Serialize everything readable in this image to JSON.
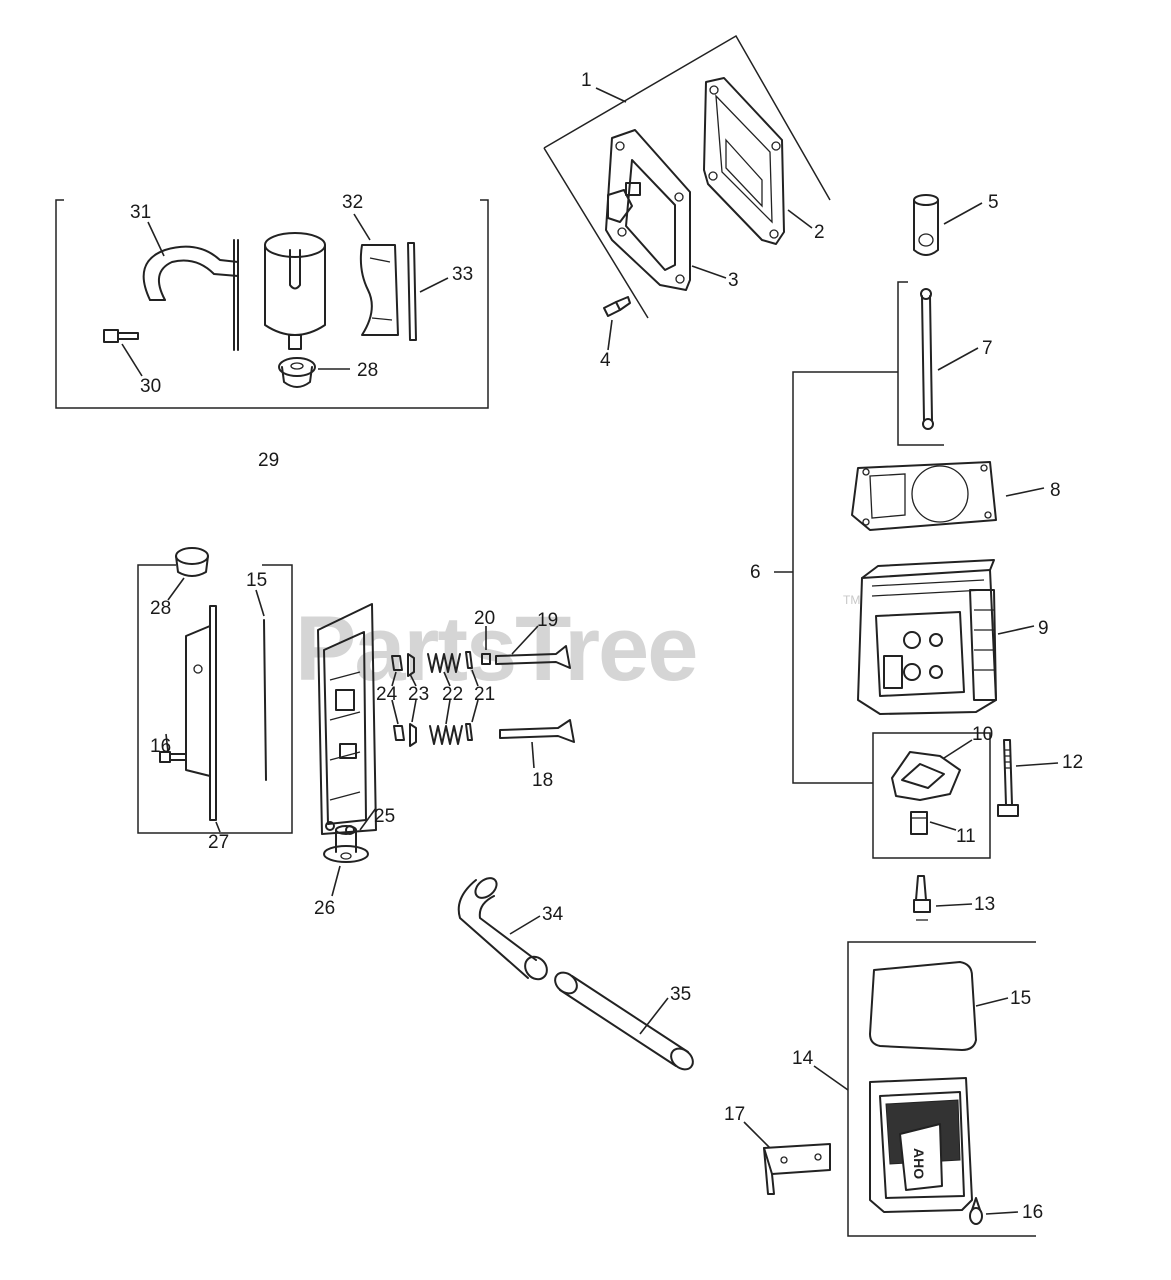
{
  "watermark": {
    "text": "PartsTree",
    "trademark": "TM"
  },
  "callouts": {
    "c1": "1",
    "c2": "2",
    "c3": "3",
    "c4": "4",
    "c5": "5",
    "c6": "6",
    "c7": "7",
    "c8": "8",
    "c9": "9",
    "c10": "10",
    "c11": "11",
    "c12": "12",
    "c13": "13",
    "c14": "14",
    "c15a": "15",
    "c15b": "15",
    "c16a": "16",
    "c16b": "16",
    "c17": "17",
    "c18": "18",
    "c19": "19",
    "c20": "20",
    "c21": "21",
    "c22": "22",
    "c23": "23",
    "c24": "24",
    "c25": "25",
    "c26": "26",
    "c27": "27",
    "c28a": "28",
    "c28b": "28",
    "c29": "29",
    "c30": "30",
    "c31": "31",
    "c32": "32",
    "c33": "33",
    "c34": "34",
    "c35": "35"
  },
  "valve_cover_lettering": "AHO"
}
